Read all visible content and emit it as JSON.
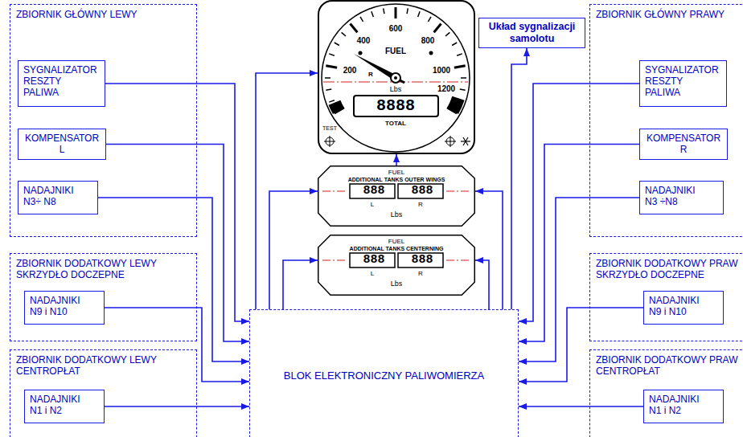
{
  "diagram": {
    "nodes": [
      {
        "text": [
          "ZBIORNIK GŁÓWNY LEWY"
        ]
      },
      {
        "text": [
          "SYGNALIZATOR RESZTY PALIWA"
        ],
        "in": 0
      },
      {
        "text": [
          "KOMPENSATOR L"
        ],
        "in": 0
      },
      {
        "text": [
          "NADAJNIKI N3÷ N8"
        ],
        "in": 0
      },
      {
        "text": [
          "400",
          "600",
          "800",
          "1000",
          "200",
          "1200",
          "FUEL",
          "Lbs",
          "8888",
          "TOTAL",
          "TEST",
          "R"
        ]
      },
      {
        "text": [
          "Układ sygnalizacji samolotu"
        ]
      },
      {
        "text": [
          "ZBIORNIK GŁÓWNY PRAWY"
        ]
      },
      {
        "text": [
          "SYGNALIZATOR RESZTY PALIWA"
        ],
        "in": 6
      },
      {
        "text": [
          "KOMPENSATOR R"
        ],
        "in": 6
      },
      {
        "text": [
          "NADAJNIKI N3 ÷N8"
        ],
        "in": 6
      },
      {
        "text": [
          "FUEL",
          "ADDITIONAL TANKS OUTER WINGS",
          "888",
          "888",
          "L",
          "R",
          "Lbs"
        ]
      },
      {
        "text": [
          "FUEL",
          "ADDITIONAL TANKS CENTERNING",
          "888",
          "888",
          "L",
          "R",
          "Lbs"
        ]
      },
      {
        "text": [
          "ZBIORNIK DODATKOWY LEWY SKRZYDŁO DOCZEPNE"
        ]
      },
      {
        "text": [
          "NADAJNIKI N9 i N10"
        ],
        "in": 12
      },
      {
        "text": [
          "ZBIORNIK DODATKOWY PRAW SKRZYDŁO DOCZEPNE"
        ]
      },
      {
        "text": [
          "NADAJNIKI N9 i N10"
        ],
        "in": 14
      },
      {
        "text": [
          "ZBIORNIK DODATKOWY LEWY CENTROPŁAT"
        ]
      },
      {
        "text": [
          "NADAJNIKI N1 i N2"
        ],
        "in": 16
      },
      {
        "text": [
          "BLOK ELEKTRONICZNY PALIWOMIERZA"
        ]
      },
      {
        "text": [
          "ZBIORNIK DODATKOWY PRAW CENTROPŁAT"
        ]
      },
      {
        "text": [
          "NADAJNIKI N1 i N2"
        ],
        "in": 19
      }
    ],
    "edges": [
      {
        "from": 1,
        "to": 18,
        "arrow": "to"
      },
      {
        "from": 2,
        "to": 18,
        "arrow": "to"
      },
      {
        "from": 3,
        "to": 18,
        "arrow": "to"
      },
      {
        "from": 13,
        "to": 18,
        "arrow": "to"
      },
      {
        "from": 17,
        "to": 18,
        "arrow": "to"
      },
      {
        "from": 7,
        "to": 18,
        "arrow": "to"
      },
      {
        "from": 8,
        "to": 18,
        "arrow": "to"
      },
      {
        "from": 9,
        "to": 18,
        "arrow": "to"
      },
      {
        "from": 15,
        "to": 18,
        "arrow": "to"
      },
      {
        "from": 20,
        "to": 18,
        "arrow": "to"
      },
      {
        "from": 18,
        "to": 4,
        "arrow": "to"
      },
      {
        "from": 18,
        "to": 10,
        "arrow": "to"
      },
      {
        "from": 18,
        "to": 10,
        "arrow": "to"
      },
      {
        "from": 18,
        "to": 11,
        "arrow": "to"
      },
      {
        "from": 18,
        "to": 11,
        "arrow": "to"
      },
      {
        "from": 18,
        "to": 5,
        "arrow": "to"
      },
      {
        "from": 10,
        "to": 4,
        "arrow": "to"
      }
    ]
  }
}
